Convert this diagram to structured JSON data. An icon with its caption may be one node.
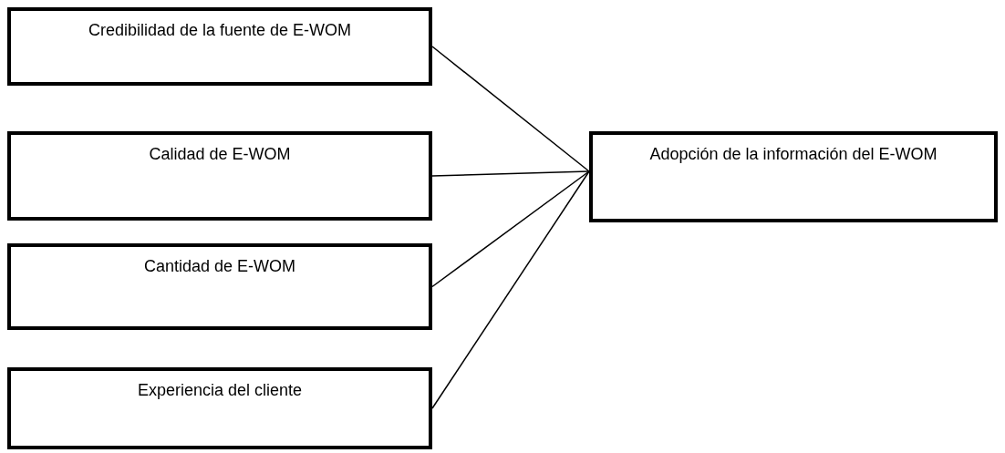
{
  "diagram": {
    "nodes": [
      {
        "text": [
          "Credibilidad de la fuente de E-WOM"
        ]
      },
      {
        "text": [
          "Calidad de E-WOM"
        ]
      },
      {
        "text": [
          "Cantidad de E-WOM"
        ]
      },
      {
        "text": [
          "Experiencia del cliente"
        ]
      },
      {
        "text": [
          "Adopción de la información del E-WOM"
        ]
      }
    ],
    "edges": [
      {
        "from": 0,
        "to": 4,
        "arrow": "none"
      },
      {
        "from": 1,
        "to": 4,
        "arrow": "none"
      },
      {
        "from": 2,
        "to": 4,
        "arrow": "none"
      },
      {
        "from": 3,
        "to": 4,
        "arrow": "none"
      }
    ]
  }
}
